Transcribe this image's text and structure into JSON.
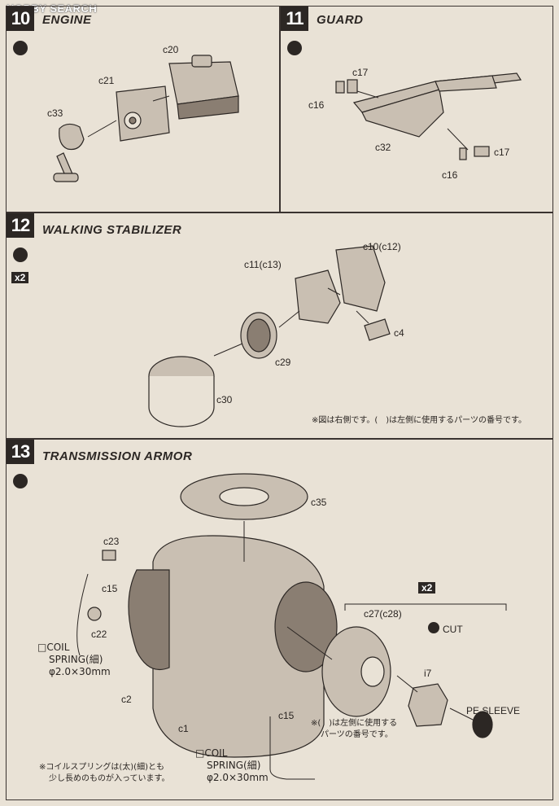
{
  "watermark": "HOBBY SEARCH",
  "steps": [
    {
      "number": "10",
      "title": "ENGINE",
      "parts": [
        "c20",
        "c21",
        "c33"
      ]
    },
    {
      "number": "11",
      "title": "GUARD",
      "parts": [
        "c17",
        "c16",
        "c32",
        "c17",
        "c16"
      ]
    },
    {
      "number": "12",
      "title": "WALKING STABILIZER",
      "multiplier": "x2",
      "parts": [
        "c10(c12)",
        "c11(c13)",
        "c4",
        "c29",
        "c30"
      ],
      "note": "※図は右側です。(　)は左側に使用するパーツの番号です。"
    },
    {
      "number": "13",
      "title": "TRANSMISSION ARMOR",
      "multiplier": "x2",
      "parts": [
        "c35",
        "c23",
        "c15",
        "c22",
        "c2",
        "c1",
        "c15",
        "c27(c28)",
        "CUT",
        "i7",
        "PE.SLEEVE"
      ],
      "coil_1": [
        "□COIL",
        "SPRING(細)",
        "φ2.0×30mm"
      ],
      "coil_2": [
        "□COIL",
        "SPRING(細)",
        "φ2.0×30mm"
      ],
      "note_left": [
        "※コイルスプリングは(太)(細)とも",
        "少し長めのものが入っています。"
      ],
      "note_right": [
        "※(　)は左側に使用する",
        "パーツの番号です。"
      ]
    }
  ],
  "colors": {
    "ink": "#2c2724",
    "paper": "#e9e2d6",
    "shade": "#c9bfb2",
    "dark": "#8a7e72"
  }
}
